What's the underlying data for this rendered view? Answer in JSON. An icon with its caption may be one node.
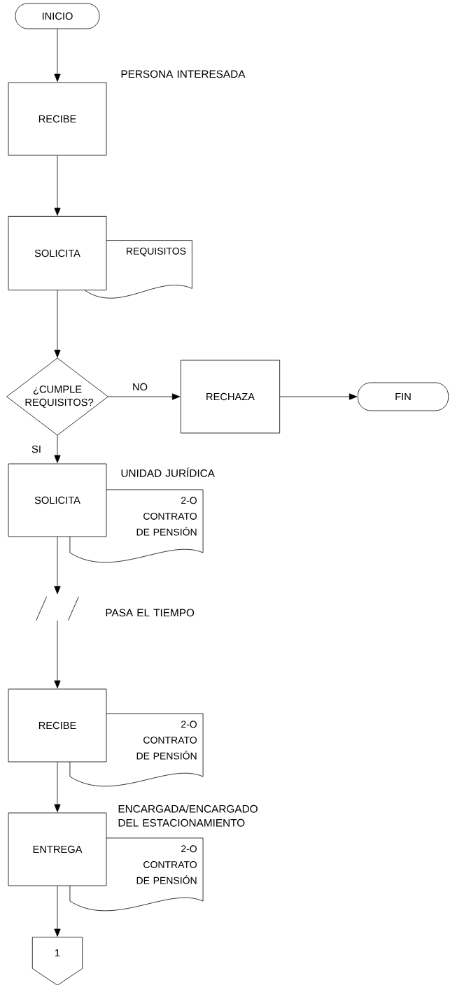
{
  "diagram": {
    "nodes": [
      {
        "text": [
          "INICIO"
        ]
      },
      {
        "text": [
          "RECIBE"
        ],
        "beside": [
          "PERSONA INTERESADA"
        ]
      },
      {
        "text": [
          "SOLICITA"
        ]
      },
      {
        "text": [
          "REQUISITOS"
        ]
      },
      {
        "text": [
          "¿CUMPLE REQUISITOS?"
        ]
      },
      {
        "text": [
          "RECHAZA"
        ]
      },
      {
        "text": [
          "FIN"
        ]
      },
      {
        "text": [
          "SOLICITA"
        ],
        "beside": [
          "UNIDAD JURÍDICA"
        ]
      },
      {
        "text": [
          "2-O",
          "CONTRATO DE PENSIÓN"
        ]
      },
      {
        "text": [],
        "shape": "slashes",
        "beside": [
          "PASA EL TIEMPO"
        ]
      },
      {
        "text": [
          "RECIBE"
        ]
      },
      {
        "text": [
          "2-O",
          "CONTRATO DE PENSIÓN"
        ]
      },
      {
        "text": [
          "ENTREGA"
        ]
      },
      {
        "text": [
          "2-O",
          "CONTRATO DE PENSIÓN"
        ]
      },
      {
        "text": [
          "1"
        ]
      }
    ],
    "edges": [
      {
        "from": 0,
        "to": 1,
        "arrow": "to"
      },
      {
        "from": 1,
        "to": 2,
        "arrow": "to"
      },
      {
        "from": 2,
        "to": 4,
        "arrow": "to"
      },
      {
        "from": 4,
        "to": 5,
        "arrow": "to",
        "label": "NO"
      },
      {
        "from": 5,
        "to": 6,
        "arrow": "to"
      },
      {
        "from": 4,
        "to": 7,
        "arrow": "to",
        "label": "SI"
      },
      {
        "from": 7,
        "to": 9,
        "arrow": "to"
      },
      {
        "from": 9,
        "to": 10,
        "arrow": "to"
      },
      {
        "from": 10,
        "to": 12,
        "arrow": "to"
      },
      {
        "from": 12,
        "to": 14,
        "arrow": "to"
      }
    ],
    "labels": [
      "ENCARGADA/ENCARGADO DEL ESTACIONAMIENTO"
    ]
  }
}
